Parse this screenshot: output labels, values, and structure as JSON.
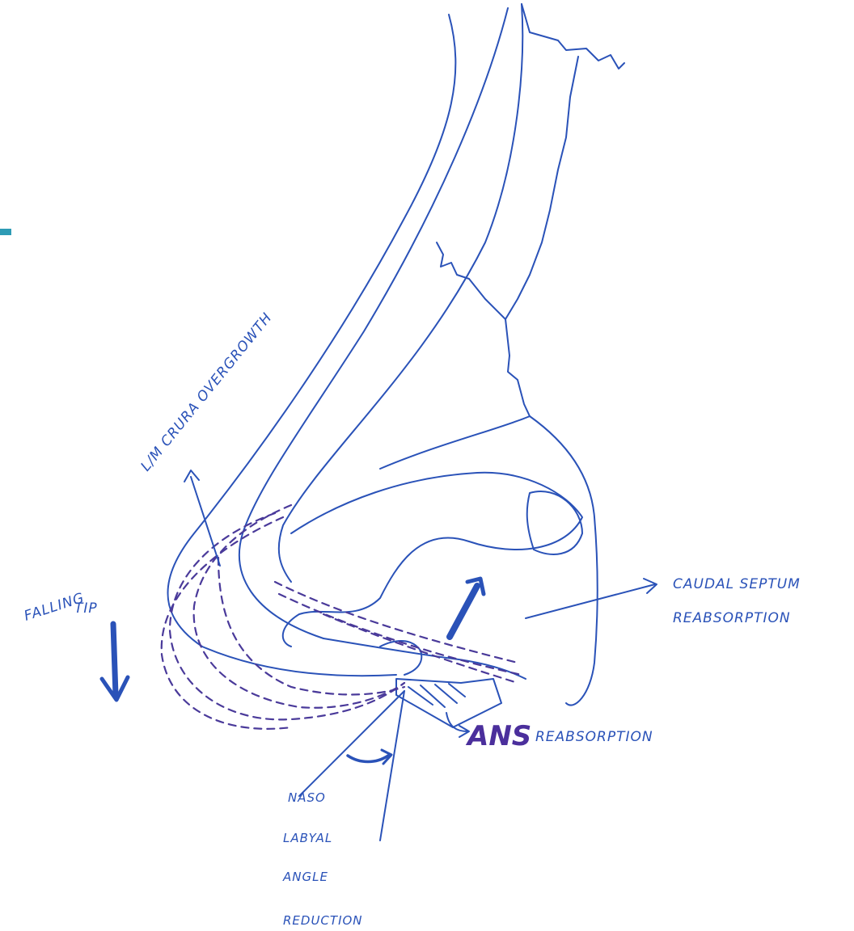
{
  "labels": {
    "crural": "L/M CRURA OVERGROWTH",
    "falling_1": "FALLING",
    "falling_2": "TIP",
    "septum_1": "CAUDAL SEPTUM",
    "septum_2": "REABSORPTION",
    "ans": "ANS",
    "ans_suffix": "REABSORPTION",
    "naso_1": "NASO",
    "naso_2": "LABYAL",
    "naso_3": "ANGLE",
    "naso_4": "REDUCTION"
  },
  "colors": {
    "ink": "#2a52b8",
    "dashed": "#4a3a9a",
    "ans": "#4b2f9c",
    "accent": "#2e9bb5"
  }
}
